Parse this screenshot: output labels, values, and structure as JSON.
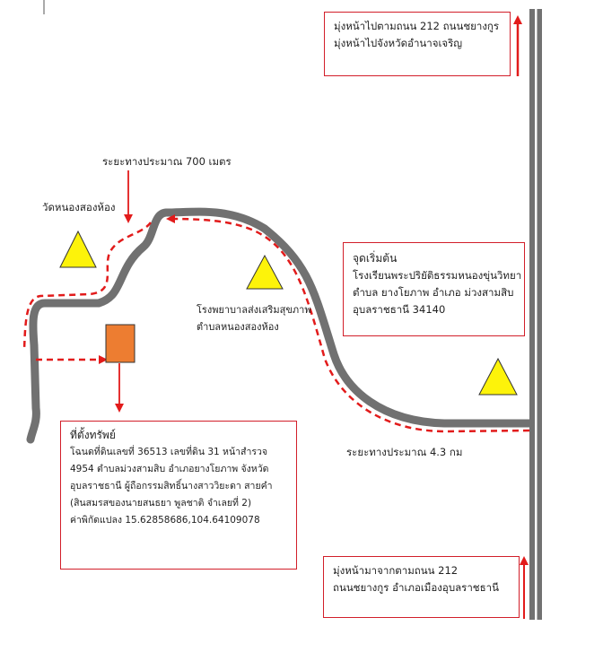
{
  "colors": {
    "road": "#717171",
    "route": "#e21b1b",
    "border": "#d21f2a",
    "landmark": "#fdf30a",
    "property": "#ed7d31"
  },
  "direction_top": {
    "line1": "มุ่งหน้าไปตามถนน 212 ถนนชยางกูร",
    "line2": "มุ่งหน้าไปจังหวัดอำนาจเจริญ"
  },
  "direction_bottom": {
    "line1": "มุ่งหน้ามาจากตามถนน 212",
    "line2": "ถนนชยางกูร อำเภอเมืองอุบลราชธานี"
  },
  "start_point": {
    "title": "จุดเริ่มต้น",
    "line1": "โรงเรียนพระปริยัติธรรมหนองขุ่นวิทยา",
    "line2": "ตำบล ยางโยภาพ อำเภอ ม่วงสามสิบ",
    "line3": "อุบลราชธานี 34140"
  },
  "distance_700": "ระยะทางประมาณ 700 เมตร",
  "distance_43": "ระยะทางประมาณ 4.3 กม",
  "temple": "วัดหนองสองห้อง",
  "hospital": {
    "line1": "โรงพยาบาลส่งเสริมสุขภาพ",
    "line2": "ตำบลหนองสองห้อง"
  },
  "property": {
    "title": "ที่ตั้งทรัพย์",
    "line1": "โฉนดที่ดินเลขที่ 36513 เลขที่ดิน 31 หน้าสำรวจ",
    "line2": "4954 ตำบลม่วงสามสิบ อำเภอยางโยภาพ จังหวัด",
    "line3": "อุบลราชธานี ผู้ถือกรรมสิทธิ์นางสาววิยะดา สายคำ",
    "line4": "(สินสมรสของนายสนธยา พูลชาติ จำเลยที่ 2)",
    "line5": "ค่าพิกัดแปลง 15.62858686,104.64109078"
  }
}
